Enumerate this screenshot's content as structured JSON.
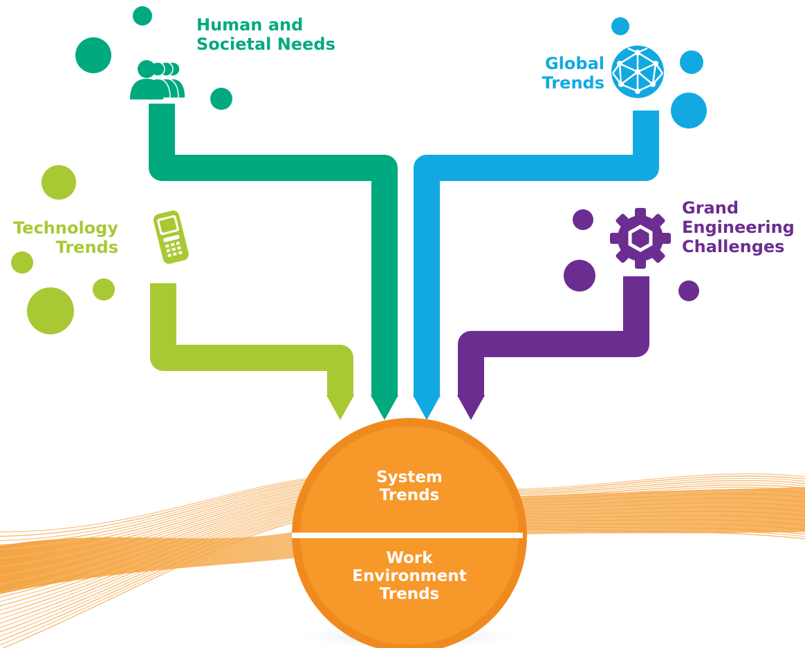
{
  "colors": {
    "human": "#00aa7e",
    "tech": "#a8c934",
    "global": "#12a9e2",
    "grand": "#6c2d91",
    "orange": "#f7982b",
    "orange_dark": "#ef8a1f",
    "divider": "#ffffff"
  },
  "icons": {
    "human": "people-silhouette-icon",
    "tech": "mobile-phone-icon",
    "global": "network-globe-icon",
    "grand": "gear-icon"
  },
  "inputs": {
    "human": {
      "line1": "Human and",
      "line2": "Societal Needs"
    },
    "tech": {
      "line1": "Technology",
      "line2": "Trends"
    },
    "global": {
      "line1": "Global",
      "line2": "Trends"
    },
    "grand": {
      "line1": "Grand",
      "line2": "Engineering",
      "line3": "Challenges"
    }
  },
  "center": {
    "top": {
      "line1": "System",
      "line2": "Trends"
    },
    "bottom": {
      "line1": "Work",
      "line2": "Environment",
      "line3": "Trends"
    }
  }
}
